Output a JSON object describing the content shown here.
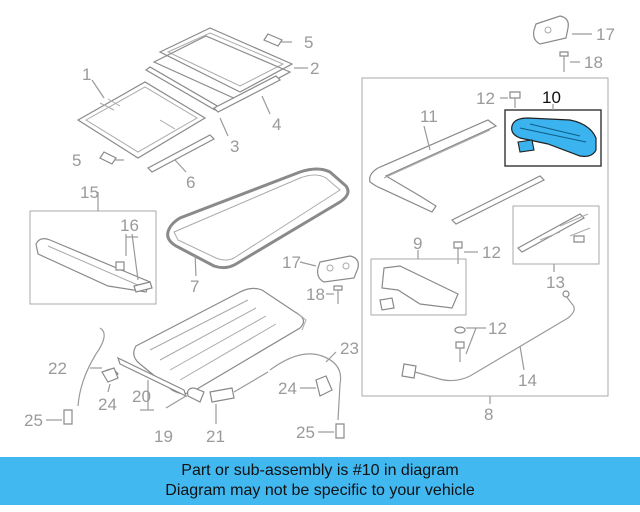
{
  "callouts": {
    "c1": "1",
    "c2": "2",
    "c3": "3",
    "c4": "4",
    "c5a": "5",
    "c5b": "5",
    "c6": "6",
    "c7": "7",
    "c8": "8",
    "c9": "9",
    "c10": "10",
    "c11": "11",
    "c12a": "12",
    "c12b": "12",
    "c12c": "12",
    "c13": "13",
    "c14": "14",
    "c15": "15",
    "c16": "16",
    "c17a": "17",
    "c17b": "17",
    "c18a": "18",
    "c18b": "18",
    "c19": "19",
    "c20": "20",
    "c21": "21",
    "c22": "22",
    "c23": "23",
    "c24a": "24",
    "c24b": "24",
    "c25a": "25",
    "c25b": "25"
  },
  "highlight": {
    "part": "10",
    "color": "#3bb3ee"
  },
  "banner": {
    "line1": "Part or sub-assembly is #10 in diagram",
    "line2": "Diagram may not be specific to your vehicle",
    "background": "#42b8f1"
  }
}
